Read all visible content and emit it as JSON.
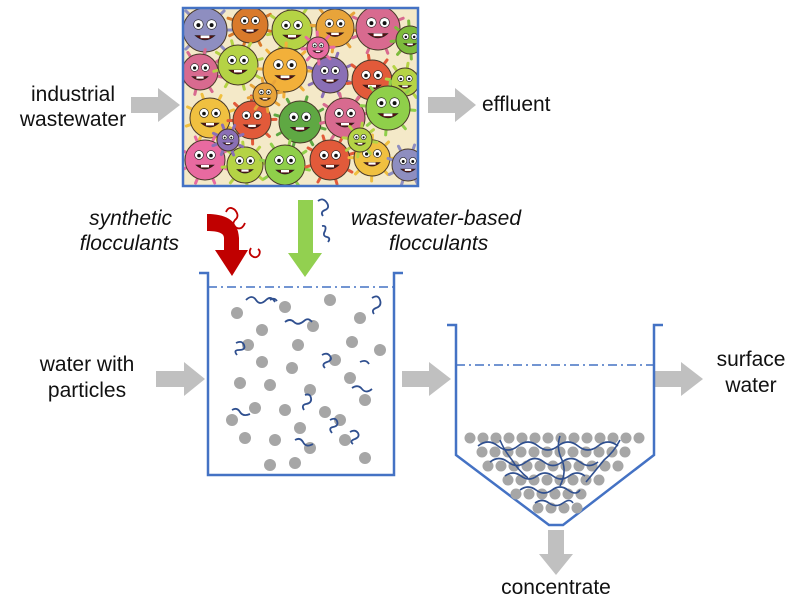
{
  "labels": {
    "industrial_line1": "industrial",
    "industrial_line2": "wastewater",
    "effluent": "effluent",
    "synthetic_line1": "synthetic",
    "synthetic_line2": "flocculants",
    "wwbased_line1": "wastewater-based",
    "wwbased_line2": "flocculants",
    "water_line1": "water with",
    "water_line2": "particles",
    "surface_line1": "surface",
    "surface_line2": "water",
    "concentrate": "concentrate"
  },
  "colors": {
    "outline": "#4472c4",
    "polymer": "#2f4f8f",
    "particle": "#a6a6a6",
    "flow_arrow": "#c0c0c0",
    "synthetic_arrow": "#c00000",
    "synthetic_polymer": "#c00000",
    "wwbased_arrow": "#92d050"
  },
  "icons": {
    "microbe_panel": "bacteria-cartoon-collage"
  }
}
